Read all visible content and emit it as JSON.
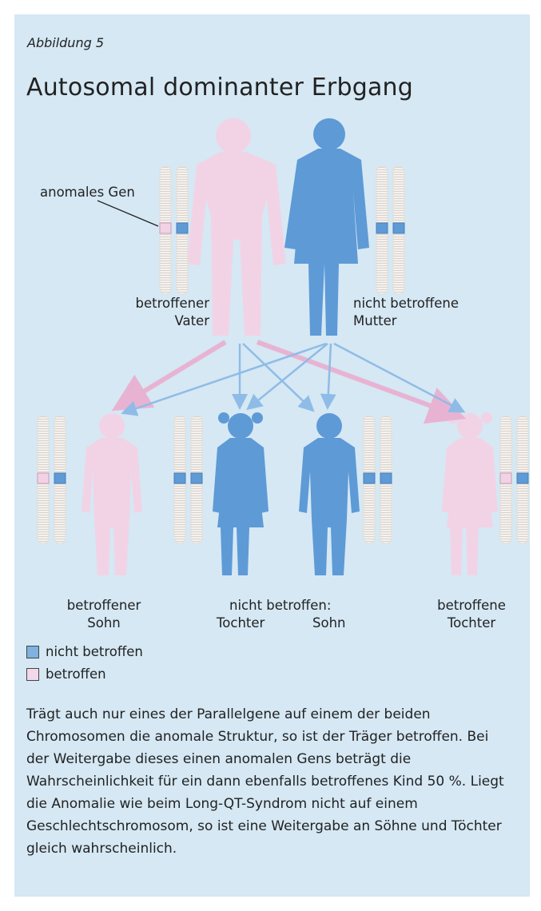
{
  "figure_label": "Abbildung 5",
  "title": "Autosomal dominanter Erbgang",
  "labels": {
    "anomalous_gene": "anomales Gen",
    "father_line1": "betroffener",
    "father_line2": "Vater",
    "mother_line1": "nicht betroffene",
    "mother_line2": "Mutter",
    "son_affected_line1": "betroffener",
    "son_affected_line2": "Sohn",
    "unaffected_heading": "nicht betroffen:",
    "daughter_unaffected": "Tochter",
    "son_unaffected": "Sohn",
    "daughter_affected_line1": "betroffene",
    "daughter_affected_line2": "Tochter"
  },
  "legend": [
    {
      "label": "nicht betroffen",
      "color": "#7fb2e0"
    },
    {
      "label": "betroffen",
      "color": "#f2d8ea"
    }
  ],
  "colors": {
    "affected": "#f2d3e6",
    "unaffected": "#5e9ad6",
    "background": "#d5e8f4",
    "affected_arrow": "#e8b3d3",
    "unaffected_arrow": "#8fbce6"
  },
  "description": "Trägt auch nur eines der Parallelgene auf einem der beiden Chromosomen die anomale Struktur, so ist der Träger betroffen. Bei der Weitergabe dieses einen anomalen Gens beträgt die Wahrscheinlichkeit für ein dann ebenfalls betroffenes Kind 50 %. Liegt die Anomalie wie beim Long-QT-Syndrom nicht auf einem Geschlechtschromosom, so ist eine Weitergabe an Söhne und Töchter gleich wahrscheinlich."
}
